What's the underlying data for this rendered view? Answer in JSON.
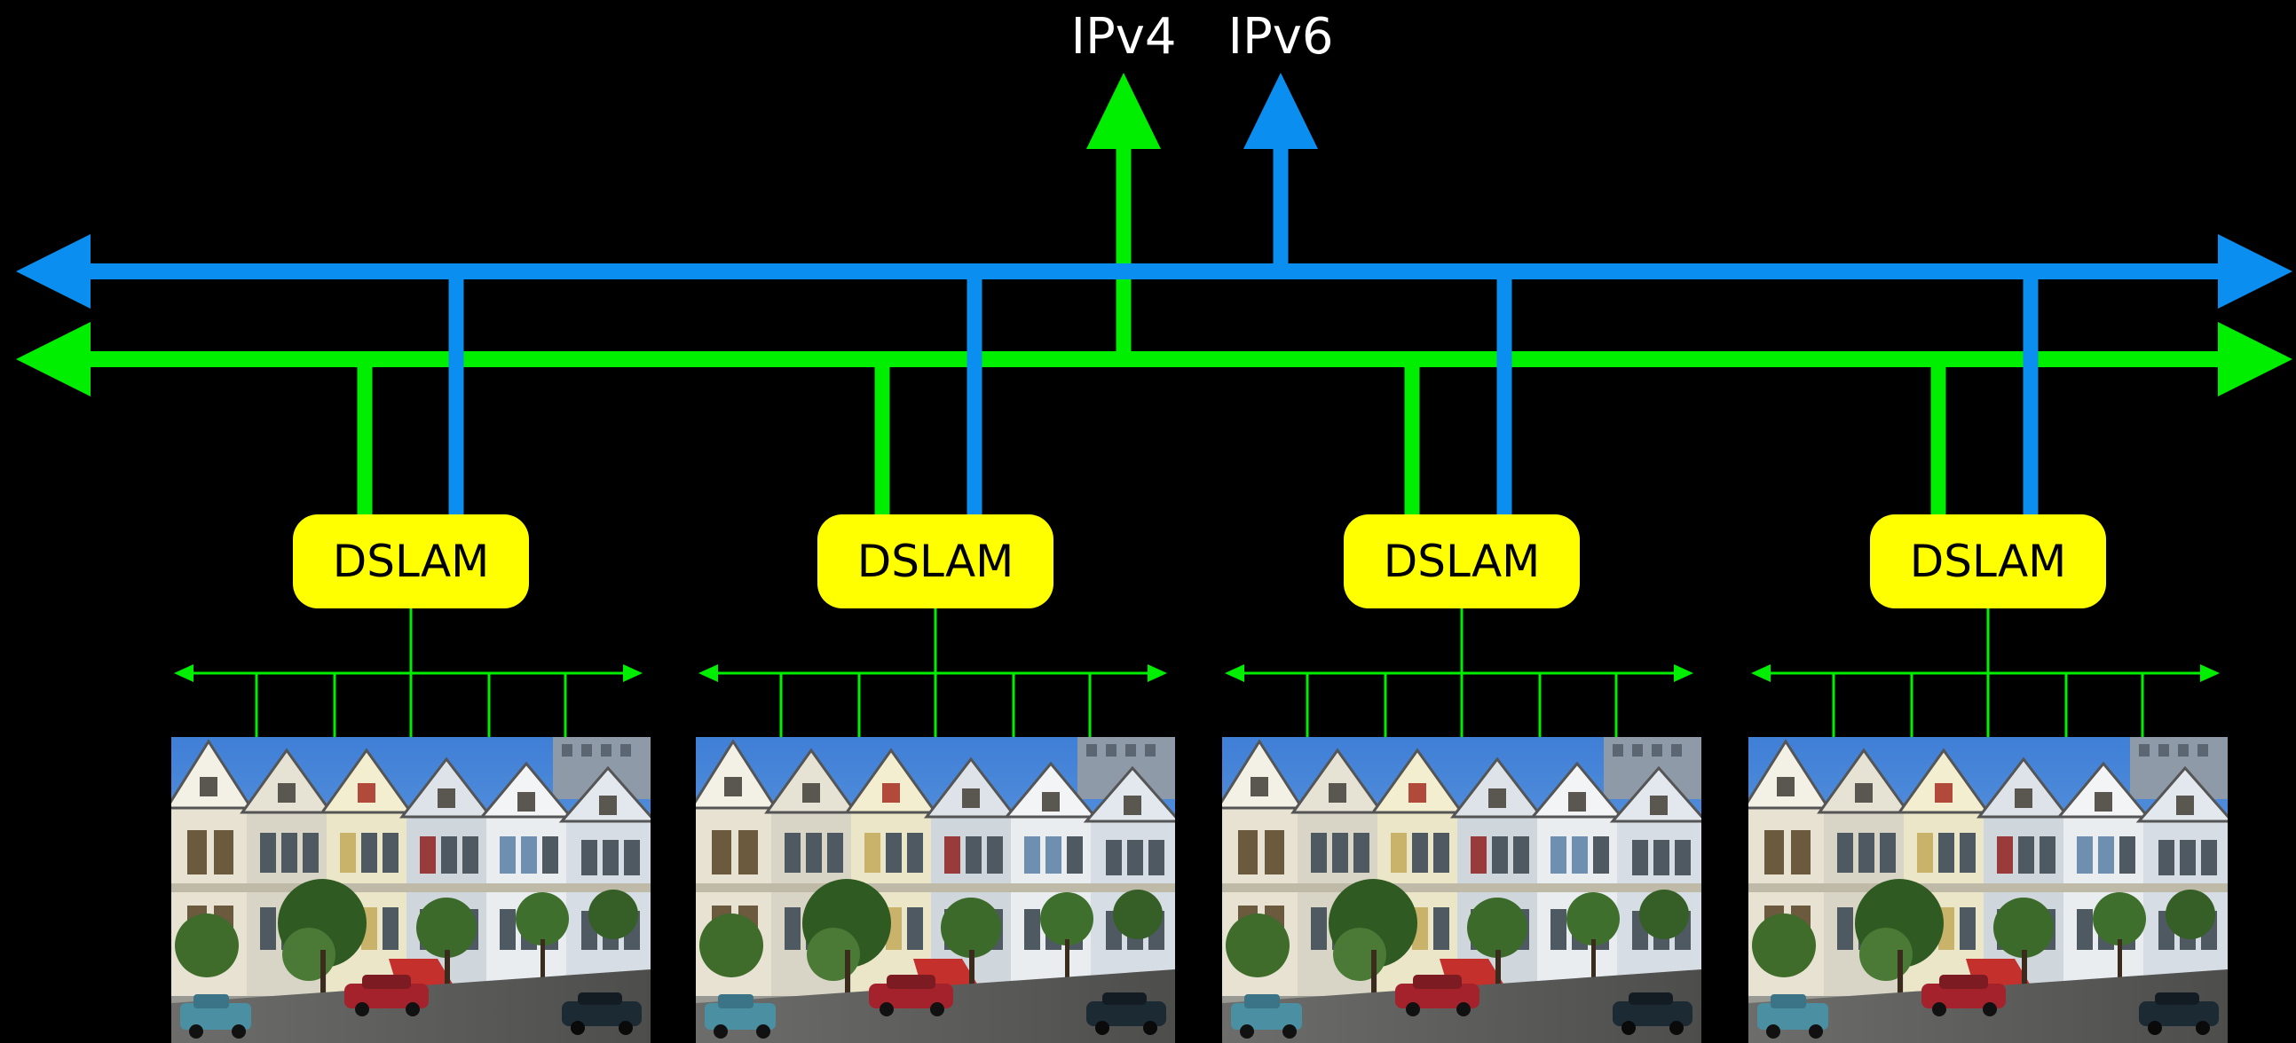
{
  "colors": {
    "background": "#000000",
    "ipv4": "#00ee00",
    "ipv6": "#0a8ff0",
    "dslam_fill": "#ffff00",
    "label_text": "#ffffff",
    "dslam_text": "#000000"
  },
  "labels": {
    "ipv4": "IPv4",
    "ipv6": "IPv6"
  },
  "dslams": [
    {
      "label": "DSLAM"
    },
    {
      "label": "DSLAM"
    },
    {
      "label": "DSLAM"
    },
    {
      "label": "DSLAM"
    }
  ],
  "neighborhood_image": "row-of-victorian-houses-photo"
}
